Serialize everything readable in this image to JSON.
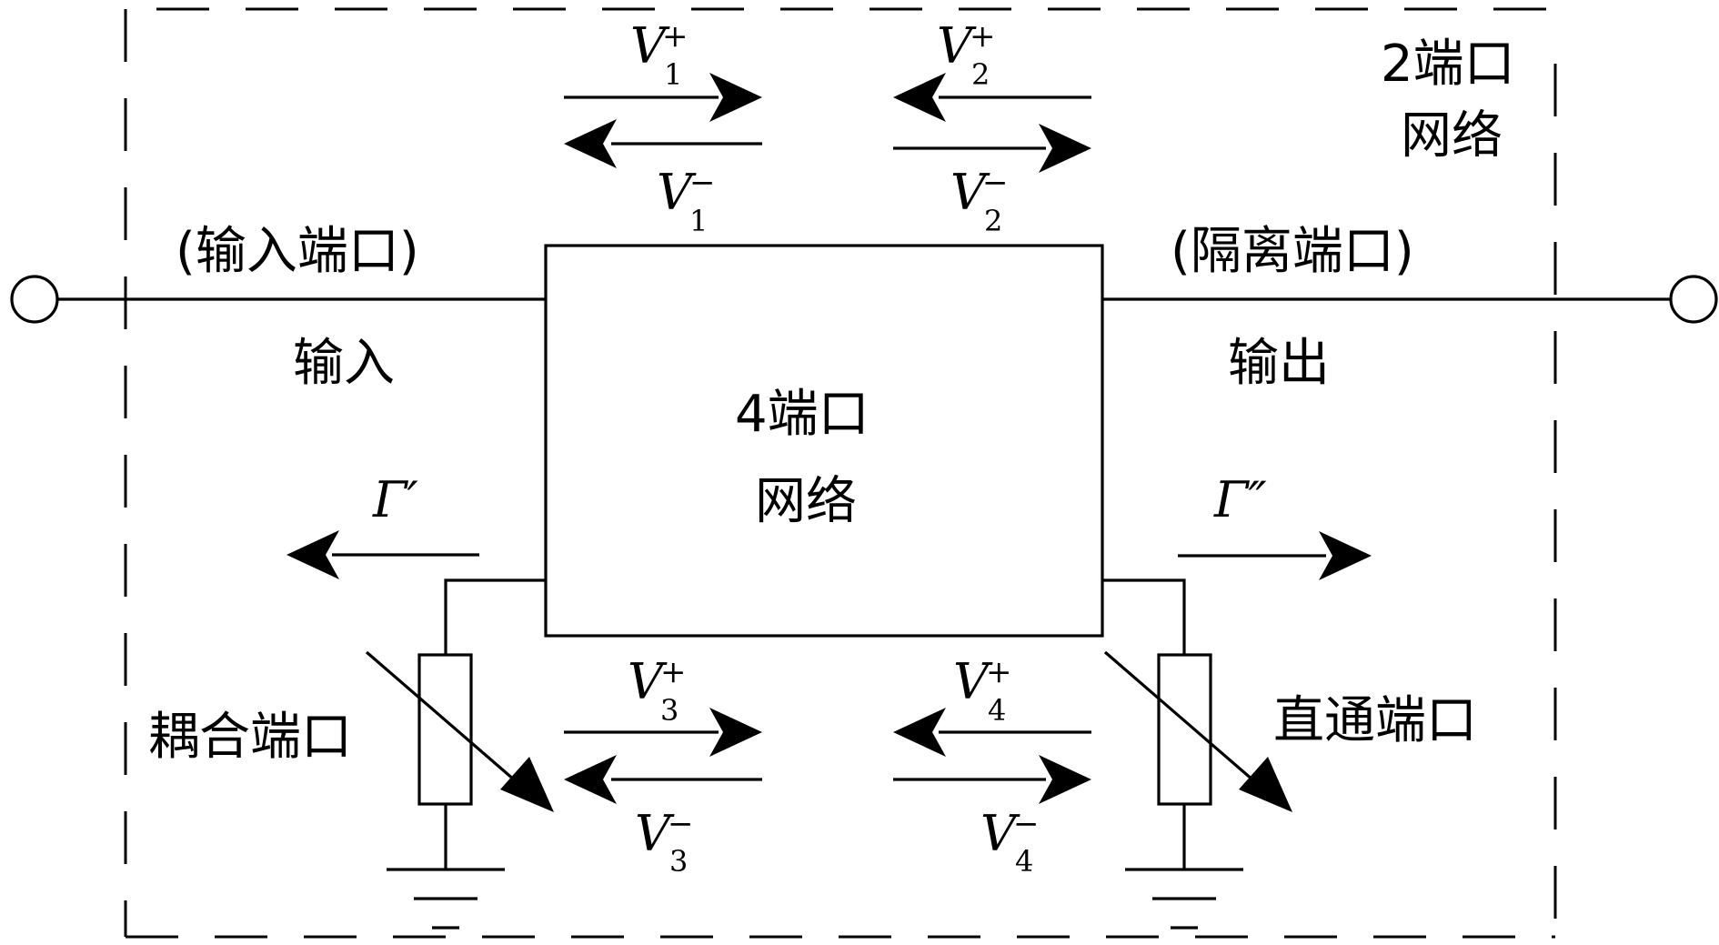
{
  "labels": {
    "two_port_line1": "2端口",
    "two_port_line2": "网络",
    "four_port_line1": "4端口",
    "four_port_line2": "网络",
    "input_port": "(输入端口)",
    "isolated_port": "(隔离端口)",
    "input": "输入",
    "output": "输出",
    "coupled_port": "耦合端口",
    "through_port": "直通端口"
  },
  "reflection": {
    "gamma_prime": "Γ′",
    "gamma_double_prime": "Γ″"
  },
  "waves": {
    "v1_plus": {
      "symbol": "V",
      "sup": "+",
      "sub": "1"
    },
    "v1_minus": {
      "symbol": "V",
      "sup": "−",
      "sub": "1"
    },
    "v2_plus": {
      "symbol": "V",
      "sup": "+",
      "sub": "2"
    },
    "v2_minus": {
      "symbol": "V",
      "sup": "−",
      "sub": "2"
    },
    "v3_plus": {
      "symbol": "V",
      "sup": "+",
      "sub": "3"
    },
    "v3_minus": {
      "symbol": "V",
      "sup": "−",
      "sub": "3"
    },
    "v4_plus": {
      "symbol": "V",
      "sup": "+",
      "sub": "4"
    },
    "v4_minus": {
      "symbol": "V",
      "sup": "−",
      "sub": "4"
    }
  }
}
